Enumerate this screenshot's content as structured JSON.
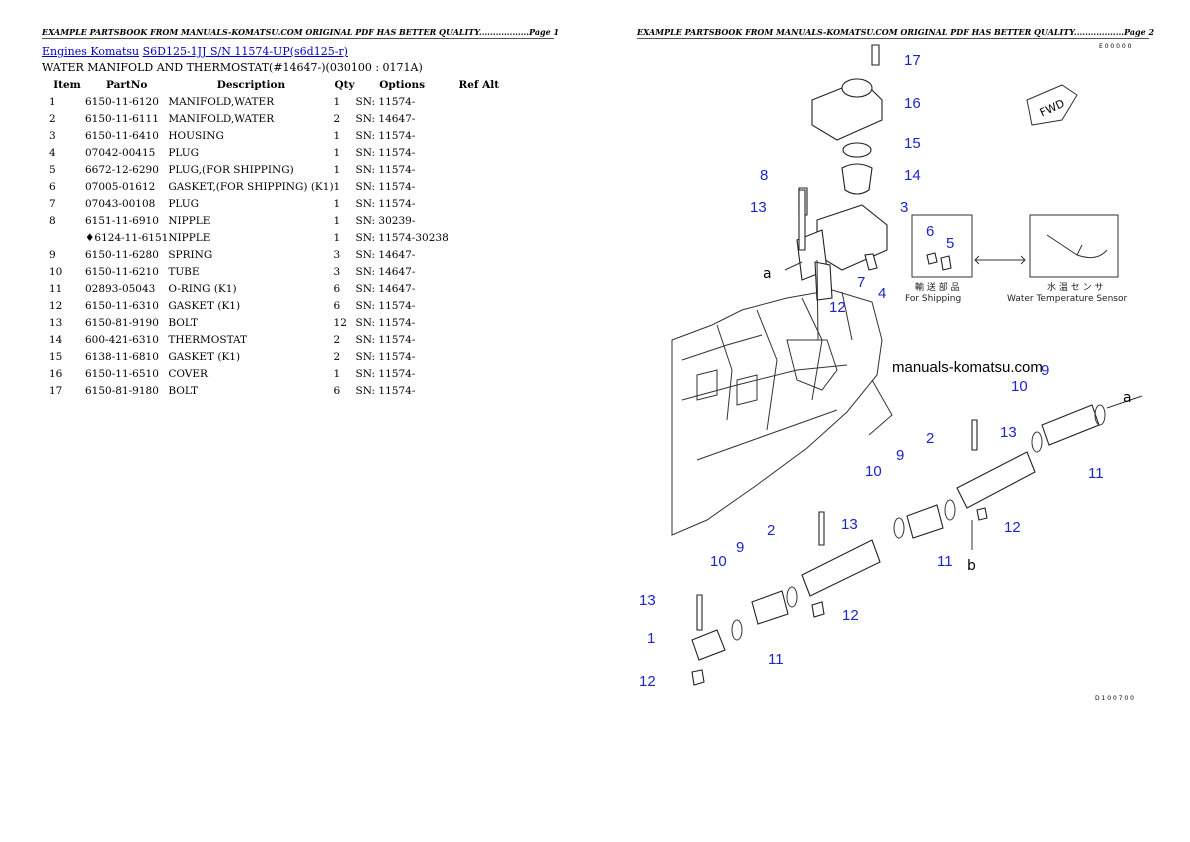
{
  "page1": {
    "header": "EXAMPLE PARTSBOOK FROM MANUALS-KOMATSU.COM ORIGINAL PDF HAS BETTER QUALITY..................Page 1",
    "breadcrumb": {
      "link1": "Engines Komatsu",
      "link2": "S6D125-1JJ S/N 11574-UP(s6d125-r)"
    },
    "subtitle": "WATER MANIFOLD AND THERMOSTAT(#14647-)(030100 : 0171A)",
    "columns": [
      "Item",
      "PartNo",
      "Description",
      "Qty",
      "Options",
      "Ref Alt"
    ],
    "rows": [
      {
        "item": "1",
        "partno": "6150-11-6120",
        "desc": "MANIFOLD,WATER",
        "qty": "1",
        "opt": "SN: 11574-",
        "ref": ""
      },
      {
        "item": "2",
        "partno": "6150-11-6111",
        "desc": "MANIFOLD,WATER",
        "qty": "2",
        "opt": "SN: 14647-",
        "ref": ""
      },
      {
        "item": "3",
        "partno": "6150-11-6410",
        "desc": "HOUSING",
        "qty": "1",
        "opt": "SN: 11574-",
        "ref": ""
      },
      {
        "item": "4",
        "partno": "07042-00415",
        "desc": "PLUG",
        "qty": "1",
        "opt": "SN: 11574-",
        "ref": ""
      },
      {
        "item": "5",
        "partno": "6672-12-6290",
        "desc": "PLUG,(FOR SHIPPING)",
        "qty": "1",
        "opt": "SN: 11574-",
        "ref": ""
      },
      {
        "item": "6",
        "partno": "07005-01612",
        "desc": "GASKET,(FOR SHIPPING) (K1)",
        "qty": "1",
        "opt": "SN: 11574-",
        "ref": ""
      },
      {
        "item": "7",
        "partno": "07043-00108",
        "desc": "PLUG",
        "qty": "1",
        "opt": "SN: 11574-",
        "ref": ""
      },
      {
        "item": "8",
        "partno": "6151-11-6910",
        "desc": "NIPPLE",
        "qty": "1",
        "opt": "SN: 30239-",
        "ref": ""
      },
      {
        "item": "",
        "partno": "♦6124-11-6151",
        "desc": "NIPPLE",
        "qty": "1",
        "opt": "SN: 11574-30238",
        "ref": ""
      },
      {
        "item": "9",
        "partno": "6150-11-6280",
        "desc": "SPRING",
        "qty": "3",
        "opt": "SN: 14647-",
        "ref": ""
      },
      {
        "item": "10",
        "partno": "6150-11-6210",
        "desc": "TUBE",
        "qty": "3",
        "opt": "SN: 14647-",
        "ref": ""
      },
      {
        "item": "11",
        "partno": "02893-05043",
        "desc": "O-RING (K1)",
        "qty": "6",
        "opt": "SN: 14647-",
        "ref": ""
      },
      {
        "item": "12",
        "partno": "6150-11-6310",
        "desc": "GASKET (K1)",
        "qty": "6",
        "opt": "SN: 11574-",
        "ref": ""
      },
      {
        "item": "13",
        "partno": "6150-81-9190",
        "desc": "BOLT",
        "qty": "12",
        "opt": "SN: 11574-",
        "ref": ""
      },
      {
        "item": "14",
        "partno": "600-421-6310",
        "desc": "THERMOSTAT",
        "qty": "2",
        "opt": "SN: 11574-",
        "ref": ""
      },
      {
        "item": "15",
        "partno": "6138-11-6810",
        "desc": "GASKET (K1)",
        "qty": "2",
        "opt": "SN: 11574-",
        "ref": ""
      },
      {
        "item": "16",
        "partno": "6150-11-6510",
        "desc": "COVER",
        "qty": "1",
        "opt": "SN: 11574-",
        "ref": ""
      },
      {
        "item": "17",
        "partno": "6150-81-9180",
        "desc": "BOLT",
        "qty": "6",
        "opt": "SN: 11574-",
        "ref": ""
      }
    ]
  },
  "page2": {
    "header": "EXAMPLE PARTSBOOK FROM MANUALS-KOMATSU.COM ORIGINAL PDF HAS BETTER QUALITY..................Page 2",
    "diagram": {
      "watermark": "manuals-komatsu.com",
      "shipping_jp": "輸 送 部 品",
      "shipping_label": "For Shipping",
      "sensor_jp": "水 温 セ ン サ",
      "sensor_label": "Water Temperature Sensor",
      "fwd": "FWD",
      "ref_a": "a",
      "ref_b": "b",
      "code_top": "E 0 0 0 0 0",
      "code_bottom": "D 1 0 0 7 0 0",
      "callouts": {
        "c17": "17",
        "c16": "16",
        "c15": "15",
        "c14": "14",
        "c8": "8",
        "c13a": "13",
        "c3": "3",
        "c6": "6",
        "c5": "5",
        "c7": "7",
        "c4": "4",
        "c12a": "12",
        "c9a": "9",
        "c10a": "10",
        "c2a": "2",
        "c13b": "13",
        "c11a": "11",
        "c10b": "10",
        "c9b": "9",
        "c12b": "12",
        "c11b": "11",
        "c2b": "2",
        "c13c": "13",
        "c10c": "10",
        "c9c": "9",
        "c12c": "12",
        "c13d": "13",
        "c1": "1",
        "c11c": "11",
        "c12d": "12"
      }
    }
  }
}
